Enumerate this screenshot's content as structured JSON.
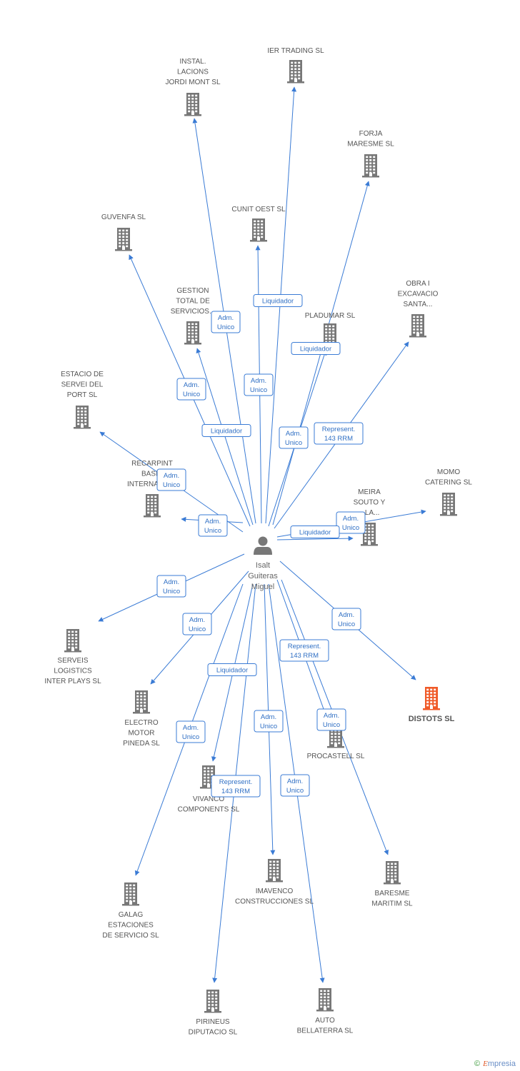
{
  "person": {
    "name": [
      "Isalt",
      "Guiteras",
      "Miguel"
    ]
  },
  "nodes": [
    {
      "id": "ier",
      "label": [
        "IER TRADING SL"
      ]
    },
    {
      "id": "instal",
      "label": [
        "INSTAL.",
        "LACIONS",
        "JORDI MONT SL"
      ]
    },
    {
      "id": "forja",
      "label": [
        "FORJA",
        "MARESME SL"
      ]
    },
    {
      "id": "cunit",
      "label": [
        "CUNIT OEST SL"
      ]
    },
    {
      "id": "guvenfa",
      "label": [
        "GUVENFA SL"
      ]
    },
    {
      "id": "obra",
      "label": [
        "OBRA I",
        "EXCAVACIO",
        "SANTA..."
      ]
    },
    {
      "id": "gestion",
      "label": [
        "GESTION",
        "TOTAL DE",
        "SERVICIOS..."
      ]
    },
    {
      "id": "pladumar",
      "label": [
        "PLADUMAR SL"
      ]
    },
    {
      "id": "estacio",
      "label": [
        "ESTACIO DE",
        "SERVEI DEL",
        "PORT  SL"
      ]
    },
    {
      "id": "recarpint",
      "label": [
        "RECARPINT",
        "BASIC",
        "INTERNACIO..."
      ]
    },
    {
      "id": "momo",
      "label": [
        "MOMO",
        "CATERING SL"
      ]
    },
    {
      "id": "meira",
      "label": [
        "MEIRA",
        "SOUTO Y",
        "...LA..."
      ]
    },
    {
      "id": "serveis",
      "label": [
        "SERVEIS",
        "LOGISTICS",
        "INTER PLAYS SL"
      ]
    },
    {
      "id": "distots",
      "label": [
        "DISTOTS SL"
      ],
      "highlight": true
    },
    {
      "id": "electro",
      "label": [
        "ELECTRO",
        "MOTOR",
        "PINEDA SL"
      ]
    },
    {
      "id": "procastell",
      "label": [
        "PROCASTELL SL"
      ]
    },
    {
      "id": "vivanco",
      "label": [
        "VIVANCO",
        "COMPONENTS SL"
      ]
    },
    {
      "id": "imavenco",
      "label": [
        "IMAVENCO",
        "CONSTRUCCIONES SL"
      ]
    },
    {
      "id": "baresme",
      "label": [
        "BARESME",
        "MARITIM  SL"
      ]
    },
    {
      "id": "galag",
      "label": [
        "GALAG",
        "ESTACIONES",
        "DE SERVICIO SL"
      ]
    },
    {
      "id": "pirineus",
      "label": [
        "PIRINEUS",
        "DIPUTACIO SL"
      ]
    },
    {
      "id": "auto",
      "label": [
        "AUTO",
        "BELLATERRA SL"
      ]
    }
  ],
  "edges": [
    {
      "to": "ier",
      "role": [
        "Liquidador"
      ]
    },
    {
      "to": "instal",
      "role": [
        "Adm.",
        "Unico"
      ]
    },
    {
      "to": "forja",
      "role": [
        "Liquidador"
      ]
    },
    {
      "to": "cunit",
      "role": [
        "Adm.",
        "Unico"
      ]
    },
    {
      "to": "guvenfa",
      "role": [
        "Adm.",
        "Unico"
      ]
    },
    {
      "to": "obra",
      "role": [
        "Represent.",
        "143 RRM"
      ]
    },
    {
      "to": "gestion",
      "role": [
        "Liquidador"
      ]
    },
    {
      "to": "pladumar",
      "role": [
        "Adm.",
        "Unico"
      ]
    },
    {
      "to": "estacio",
      "role": [
        "Adm.",
        "Unico"
      ]
    },
    {
      "to": "recarpint",
      "role": [
        "Adm.",
        "Unico"
      ]
    },
    {
      "to": "momo",
      "role": [
        "Adm.",
        "Unico"
      ]
    },
    {
      "to": "meira",
      "role": [
        "Liquidador"
      ]
    },
    {
      "to": "serveis",
      "role": [
        "Adm.",
        "Unico"
      ]
    },
    {
      "to": "distots",
      "role": [
        "Adm.",
        "Unico"
      ]
    },
    {
      "to": "electro",
      "role": [
        "Adm.",
        "Unico"
      ]
    },
    {
      "to": "procastell",
      "role": [
        "Represent.",
        "143 RRM"
      ]
    },
    {
      "to": "vivanco",
      "role": [
        "Liquidador"
      ]
    },
    {
      "to": "imavenco",
      "role": [
        "Adm.",
        "Unico"
      ]
    },
    {
      "to": "baresme",
      "role": [
        "Adm.",
        "Unico"
      ]
    },
    {
      "to": "galag",
      "role": [
        "Adm.",
        "Unico"
      ]
    },
    {
      "to": "pirineus",
      "role": [
        "Represent.",
        "143 RRM"
      ]
    },
    {
      "to": "auto",
      "role": [
        "Adm.",
        "Unico"
      ]
    }
  ],
  "colors": {
    "edge": "#3a7bd5",
    "building": "#777777",
    "highlight": "#f05a28",
    "person": "#777777"
  },
  "footer": {
    "copyright": "©",
    "brand_initial": "E",
    "brand_rest": "mpresia"
  }
}
